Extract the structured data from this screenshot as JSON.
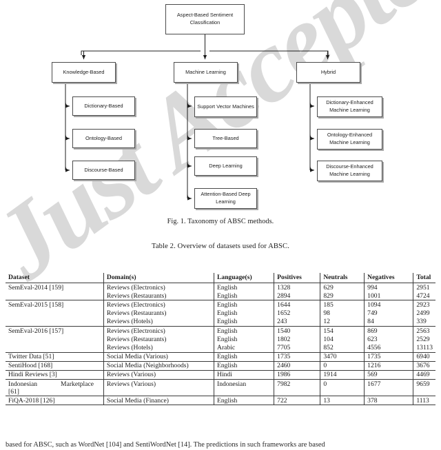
{
  "figure": {
    "root": {
      "label": "Aspect-Based Sentiment Classification"
    },
    "branches": [
      {
        "label": "Knowledge-Based",
        "children": [
          {
            "label": "Dictionary-Based"
          },
          {
            "label": "Ontology-Based"
          },
          {
            "label": "Discourse-Based"
          }
        ]
      },
      {
        "label": "Machine Learning",
        "children": [
          {
            "label": "Support Vector Machines"
          },
          {
            "label": "Tree-Based"
          },
          {
            "label": "Deep Learning"
          },
          {
            "label": "Attention-Based Deep Learning"
          }
        ]
      },
      {
        "label": "Hybrid",
        "children": [
          {
            "label": "Dictionary-Enhanced Machine Learning"
          },
          {
            "label": "Ontology-Enhanced Machine Learning"
          },
          {
            "label": "Discourse-Enhanced Machine Learning"
          }
        ]
      }
    ],
    "caption": "Fig. 1.  Taxonomy of ABSC methods."
  },
  "table": {
    "caption": "Table 2.  Overview of datasets used for ABSC.",
    "headers": [
      "Dataset",
      "Domain(s)",
      "Language(s)",
      "Positives",
      "Neutrals",
      "Negatives",
      "Total"
    ],
    "rows": [
      {
        "dataset": "SemEval-2014 [159]",
        "dataset2": "",
        "domain": "Reviews (Electronics)",
        "language": "English",
        "positives": "1328",
        "neutrals": "629",
        "negatives": "994",
        "total": "2951",
        "group_start": true
      },
      {
        "dataset": "",
        "dataset2": "",
        "domain": "Reviews (Restaurants)",
        "language": "English",
        "positives": "2894",
        "neutrals": "829",
        "negatives": "1001",
        "total": "4724",
        "group_start": false
      },
      {
        "dataset": "SemEval-2015 [158]",
        "dataset2": "",
        "domain": "Reviews (Electronics)",
        "language": "English",
        "positives": "1644",
        "neutrals": "185",
        "negatives": "1094",
        "total": "2923",
        "group_start": true
      },
      {
        "dataset": "",
        "dataset2": "",
        "domain": "Reviews (Restaurants)",
        "language": "English",
        "positives": "1652",
        "neutrals": "98",
        "negatives": "749",
        "total": "2499",
        "group_start": false
      },
      {
        "dataset": "",
        "dataset2": "",
        "domain": "Reviews (Hotels)",
        "language": "English",
        "positives": "243",
        "neutrals": "12",
        "negatives": "84",
        "total": "339",
        "group_start": false
      },
      {
        "dataset": "SemEval-2016 [157]",
        "dataset2": "",
        "domain": "Reviews (Electronics)",
        "language": "English",
        "positives": "1540",
        "neutrals": "154",
        "negatives": "869",
        "total": "2563",
        "group_start": true
      },
      {
        "dataset": "",
        "dataset2": "",
        "domain": "Reviews (Restaurants)",
        "language": "English",
        "positives": "1802",
        "neutrals": "104",
        "negatives": "623",
        "total": "2529",
        "group_start": false
      },
      {
        "dataset": "",
        "dataset2": "",
        "domain": "Reviews (Hotels)",
        "language": "Arabic",
        "positives": "7705",
        "neutrals": "852",
        "negatives": "4556",
        "total": "13113",
        "group_start": false
      },
      {
        "dataset": "Twitter Data [51]",
        "dataset2": "",
        "domain": "Social Media (Various)",
        "language": "English",
        "positives": "1735",
        "neutrals": "3470",
        "negatives": "1735",
        "total": "6940",
        "group_start": true
      },
      {
        "dataset": "SentiHood [168]",
        "dataset2": "",
        "domain": "Social Media (Neighborhoods)",
        "language": "English",
        "positives": "2460",
        "neutrals": "0",
        "negatives": "1216",
        "total": "3676",
        "group_start": true
      },
      {
        "dataset": "Hindi Reviews [3]",
        "dataset2": "",
        "domain": "Reviews (Various)",
        "language": "Hindi",
        "positives": "1986",
        "neutrals": "1914",
        "negatives": "569",
        "total": "4469",
        "group_start": true
      },
      {
        "dataset": "Indonesian Marketplace",
        "dataset2": "[61]",
        "domain": "Reviews (Various)",
        "language": "Indonesian",
        "positives": "7982",
        "neutrals": "0",
        "negatives": "1677",
        "total": "9659",
        "group_start": true
      },
      {
        "dataset": "FiQA-2018 [126]",
        "dataset2": "",
        "domain": "Social Media (Finance)",
        "language": "English",
        "positives": "722",
        "neutrals": "13",
        "negatives": "378",
        "total": "1113",
        "group_start": true
      }
    ]
  },
  "watermark": {
    "text": "Just Accepted",
    "color": "#d8d8d8"
  },
  "body_text": {
    "line": "based for ABSC, such as WordNet [104] and SentiWordNet [14]. The predictions in such frameworks are based"
  }
}
